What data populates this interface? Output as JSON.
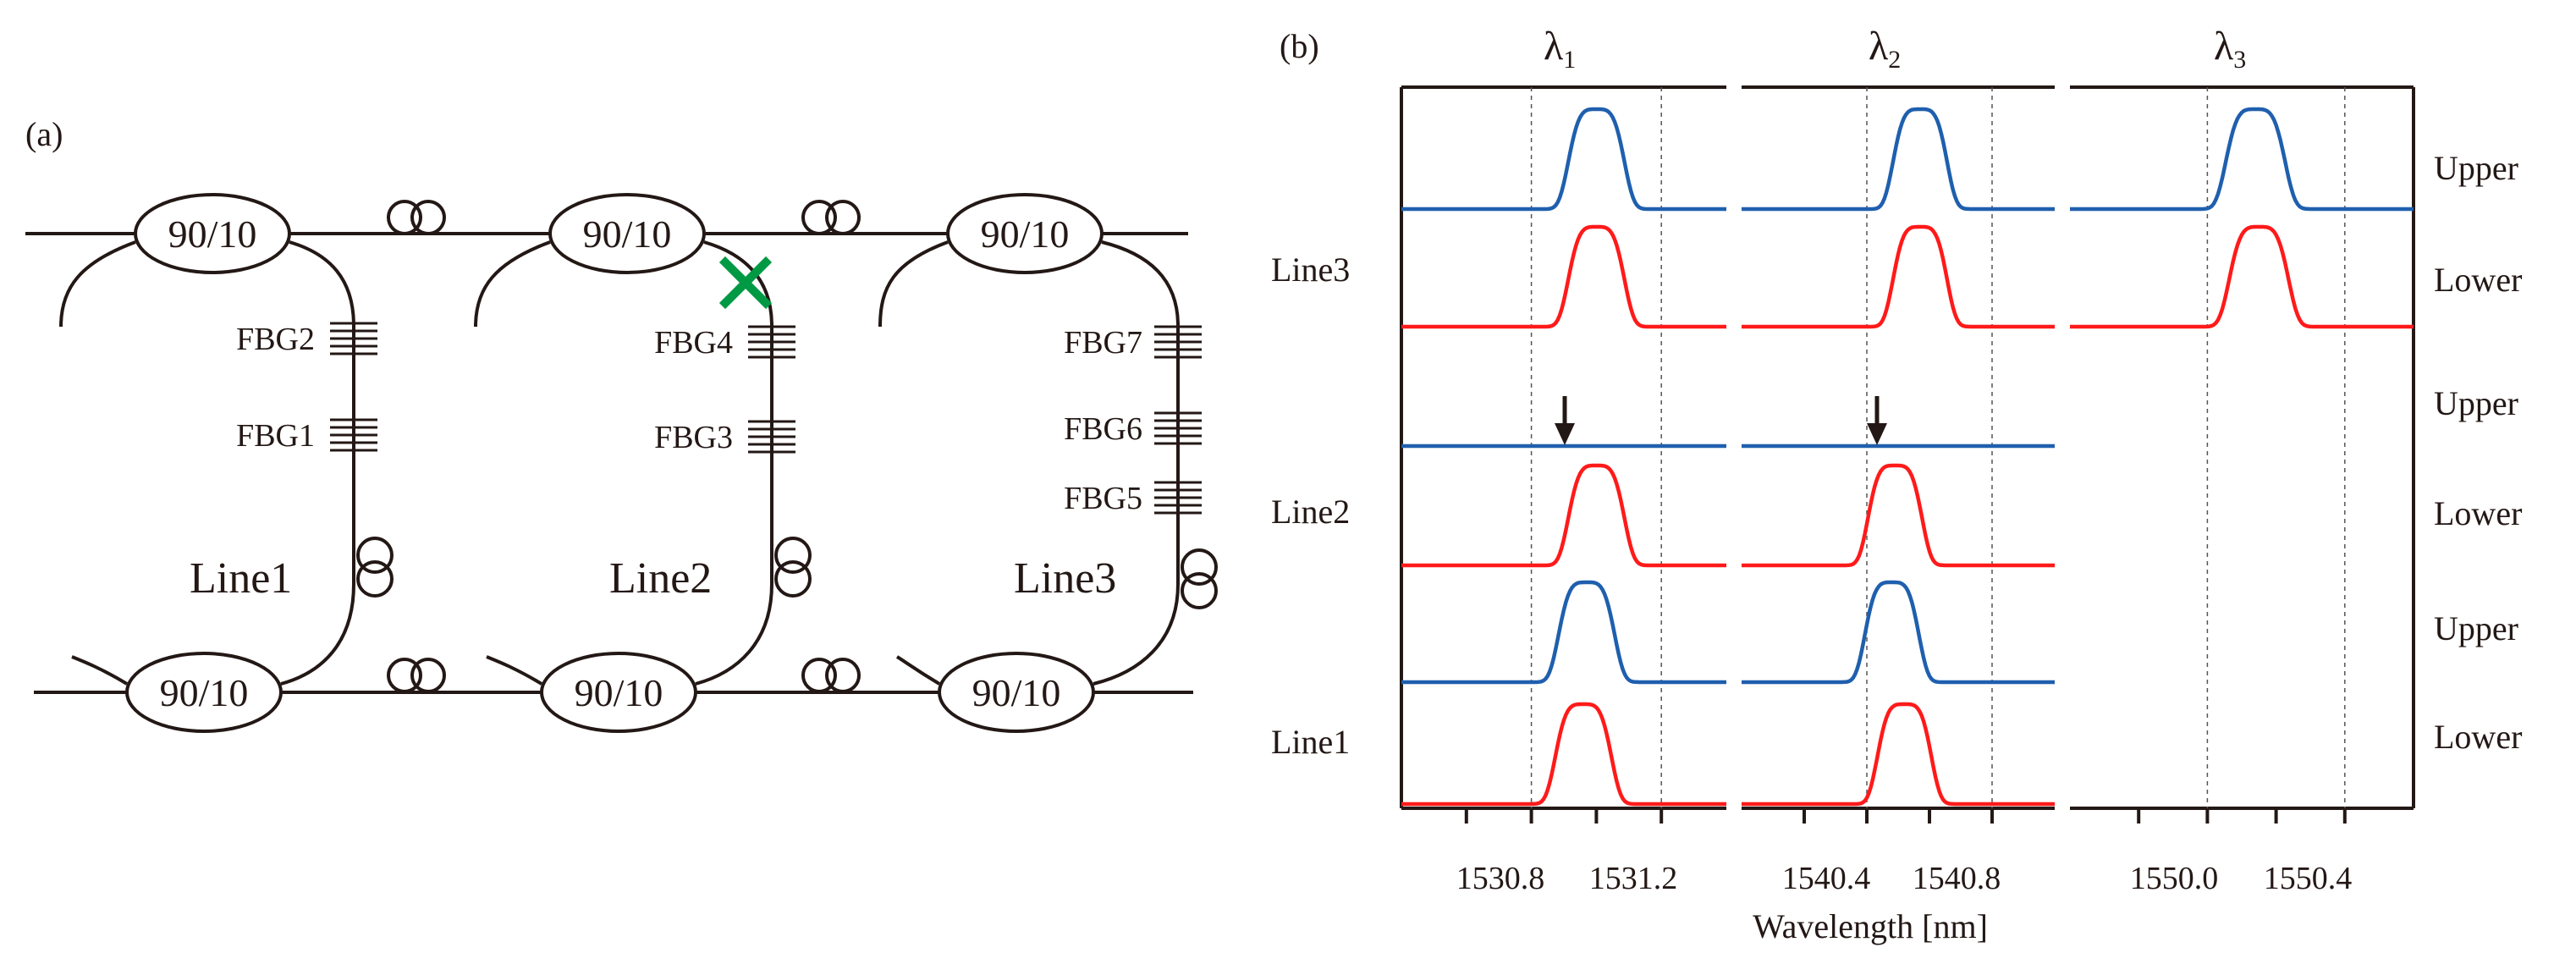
{
  "panel_a": {
    "label": "(a)",
    "couplers": [
      {
        "id": "top-1",
        "label": "90/10"
      },
      {
        "id": "top-2",
        "label": "90/10"
      },
      {
        "id": "top-3",
        "label": "90/10"
      },
      {
        "id": "bottom-1",
        "label": "90/10"
      },
      {
        "id": "bottom-2",
        "label": "90/10"
      },
      {
        "id": "bottom-3",
        "label": "90/10"
      }
    ],
    "fbgs": [
      "FBG1",
      "FBG2",
      "FBG3",
      "FBG4",
      "FBG5",
      "FBG6",
      "FBG7"
    ],
    "lines": [
      "Line1",
      "Line2",
      "Line3"
    ],
    "break_marker_color": "#009944",
    "fiber_color": "#231815"
  },
  "panel_b": {
    "label": "(b)",
    "columns": [
      {
        "symbol": "λ",
        "sub": "1",
        "ticks": [
          "1530.8",
          "1531.2"
        ]
      },
      {
        "symbol": "λ",
        "sub": "2",
        "ticks": [
          "1540.4",
          "1540.8"
        ]
      },
      {
        "symbol": "λ",
        "sub": "3",
        "ticks": [
          "1550.0",
          "1550.4"
        ]
      }
    ],
    "xlabel": "Wavelength [nm]",
    "row_labels": [
      "Upper",
      "Lower",
      "Upper",
      "Lower",
      "Upper",
      "Lower"
    ],
    "line_labels": [
      "Line3",
      "Line2",
      "Line1"
    ],
    "colors": {
      "upper": "#1f5fae",
      "lower": "#ff1a1a"
    }
  },
  "chart_data": {
    "type": "line",
    "xlabel": "Wavelength [nm]",
    "panels": [
      {
        "column": "λ1",
        "xlim": [
          1530.4,
          1531.4
        ],
        "ticks": [
          1530.6,
          1530.8,
          1531.0,
          1531.2
        ],
        "tick_labels": [
          "1530.8",
          "1531.2"
        ],
        "traces": [
          {
            "row": "Line3 Upper",
            "center": 1531.0,
            "width": 0.17,
            "present": true
          },
          {
            "row": "Line3 Lower",
            "center": 1531.0,
            "width": 0.17,
            "present": true
          },
          {
            "row": "Line2 Upper",
            "center": 1531.0,
            "width": 0.17,
            "present": false
          },
          {
            "row": "Line2 Lower",
            "center": 1531.0,
            "width": 0.17,
            "present": true
          },
          {
            "row": "Line1 Upper",
            "center": 1530.97,
            "width": 0.17,
            "present": true
          },
          {
            "row": "Line1 Lower",
            "center": 1530.96,
            "width": 0.17,
            "present": true
          }
        ]
      },
      {
        "column": "λ2",
        "xlim": [
          1540.0,
          1541.0
        ],
        "ticks": [
          1540.2,
          1540.4,
          1540.6,
          1540.8
        ],
        "tick_labels": [
          "1540.4",
          "1540.8"
        ],
        "traces": [
          {
            "row": "Line3 Upper",
            "center": 1540.57,
            "width": 0.17,
            "present": true
          },
          {
            "row": "Line3 Lower",
            "center": 1540.57,
            "width": 0.17,
            "present": true
          },
          {
            "row": "Line2 Upper",
            "center": 1540.55,
            "width": 0.17,
            "present": false
          },
          {
            "row": "Line2 Lower",
            "center": 1540.49,
            "width": 0.17,
            "present": true
          },
          {
            "row": "Line1 Upper",
            "center": 1540.48,
            "width": 0.17,
            "present": true
          },
          {
            "row": "Line1 Lower",
            "center": 1540.52,
            "width": 0.17,
            "present": true
          }
        ]
      },
      {
        "column": "λ3",
        "xlim": [
          1549.6,
          1550.6
        ],
        "ticks": [
          1549.8,
          1550.0,
          1550.2,
          1550.4
        ],
        "tick_labels": [
          "1550.0",
          "1550.4"
        ],
        "traces": [
          {
            "row": "Line3 Upper",
            "center": 1550.14,
            "width": 0.17,
            "present": true
          },
          {
            "row": "Line3 Lower",
            "center": 1550.15,
            "width": 0.17,
            "present": true
          }
        ]
      }
    ]
  }
}
